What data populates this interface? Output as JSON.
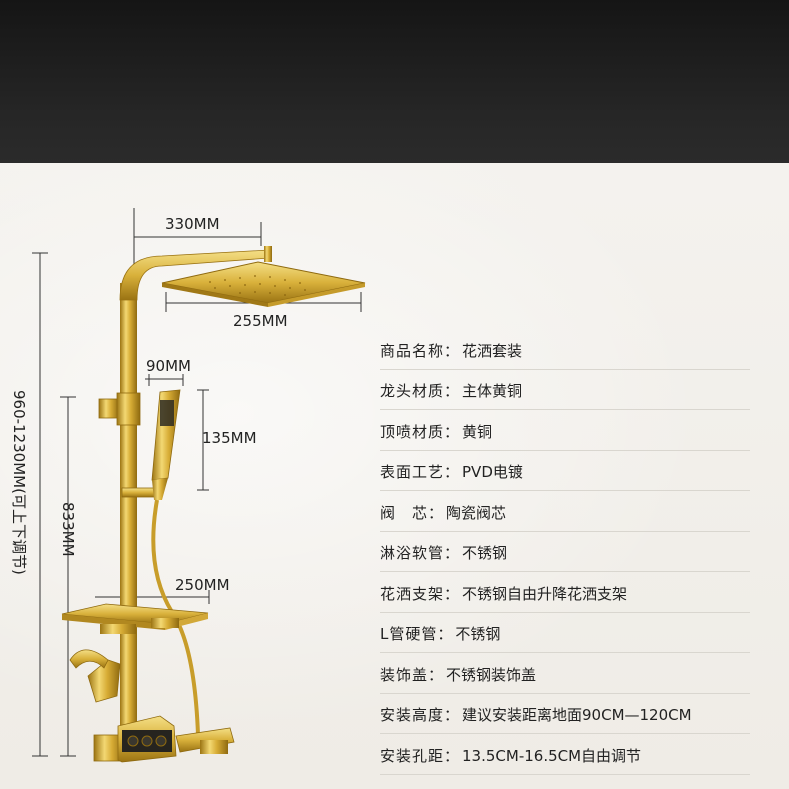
{
  "dimensions": {
    "top_span": "330MM",
    "head_width": "255MM",
    "handheld_width": "90MM",
    "handheld_length": "135MM",
    "riser_height": "833MM",
    "shelf_width": "250MM",
    "total_height": "960-1230MM(可上下调节)"
  },
  "colors": {
    "gold": "#d9b13b",
    "gold_dark": "#a97f17",
    "gold_light": "#f4df86"
  },
  "specs": [
    {
      "label": "商品名称：",
      "value": "花洒套装"
    },
    {
      "label": "龙头材质：",
      "value": "主体黄铜"
    },
    {
      "label": "顶喷材质：",
      "value": "黄铜"
    },
    {
      "label": "表面工艺：",
      "value": "PVD电镀"
    },
    {
      "label": "阀　芯：",
      "value": "陶瓷阀芯"
    },
    {
      "label": "淋浴软管：",
      "value": "不锈钢"
    },
    {
      "label": "花洒支架：",
      "value": "不锈钢自由升降花洒支架"
    },
    {
      "label": "L管硬管：",
      "value": "不锈钢"
    },
    {
      "label": "装饰盖：",
      "value": "不锈钢装饰盖"
    },
    {
      "label": "安装高度：",
      "value": "建议安装距离地面90CM—120CM"
    },
    {
      "label": "安装孔距：",
      "value": "13.5CM-16.5CM自由调节"
    }
  ]
}
